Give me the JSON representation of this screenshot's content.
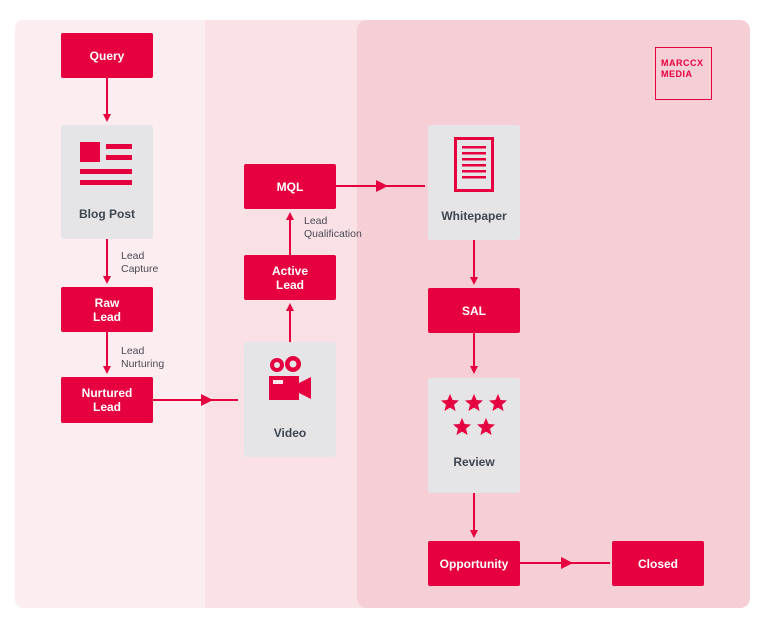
{
  "brand": {
    "accent": "#e6003f",
    "logo_line1": "MARCCX",
    "logo_line2": "MEDIA"
  },
  "nodes": {
    "query": "Query",
    "blog_post": "Blog Post",
    "raw_lead_1": "Raw",
    "raw_lead_2": "Lead",
    "nurtured_lead_1": "Nurtured",
    "nurtured_lead_2": "Lead",
    "video": "Video",
    "active_lead_1": "Active",
    "active_lead_2": "Lead",
    "mql": "MQL",
    "whitepaper": "Whitepaper",
    "sal": "SAL",
    "review": "Review",
    "opportunity": "Opportunity",
    "closed": "Closed"
  },
  "edge_labels": {
    "lead_capture_1": "Lead",
    "lead_capture_2": "Capture",
    "lead_nurturing_1": "Lead",
    "lead_nurturing_2": "Nurturing",
    "lead_qualification_1": "Lead",
    "lead_qualification_2": "Qualification"
  },
  "icons": {
    "blog_post": "article-icon",
    "video": "video-camera-icon",
    "whitepaper": "document-icon",
    "review": "star-rating-icon"
  }
}
